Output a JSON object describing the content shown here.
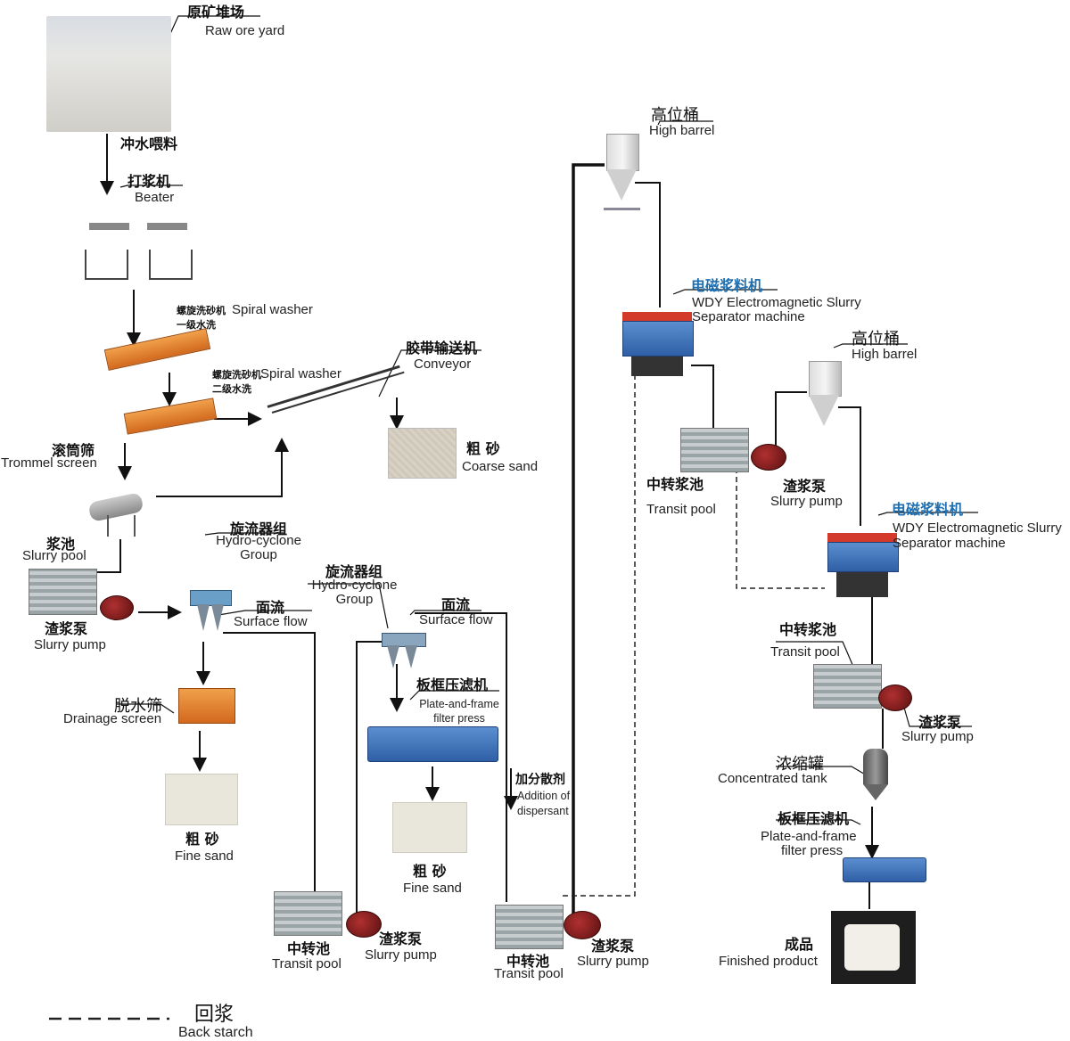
{
  "raw_ore_yard": {
    "zh": "原矿堆场",
    "en": "Raw ore yard"
  },
  "water_feed": {
    "zh": "冲水喂料"
  },
  "beater": {
    "zh": "打浆机",
    "en": "Beater"
  },
  "spiral_washer_1": {
    "zh_line1": "螺旋洗砂机",
    "zh_line2": "一级水洗",
    "en": "Spiral washer"
  },
  "spiral_washer_2": {
    "zh_line1": "螺旋洗砂机",
    "zh_line2": "二级水洗",
    "en": "Spiral washer"
  },
  "conveyor": {
    "zh": "胶带输送机",
    "en": "Conveyor"
  },
  "coarse_sand_top": {
    "zh": "粗 砂",
    "en": "Coarse sand"
  },
  "trommel": {
    "zh": "滚筒筛",
    "en": "Trommel screen"
  },
  "slurry_pool": {
    "zh": "浆池",
    "en": "Slurry pool"
  },
  "slurry_pump_1": {
    "zh": "渣浆泵",
    "en": "Slurry pump"
  },
  "hydrocyclone_1": {
    "zh": "旋流器组",
    "en_line1": "Hydro-cyclone",
    "en_line2": "Group"
  },
  "surface_flow_1": {
    "zh": "面流",
    "en": "Surface flow"
  },
  "drainage_screen": {
    "zh": "脱水筛",
    "en": "Drainage screen"
  },
  "fine_sand_1": {
    "zh": "粗 砂",
    "en": "Fine sand"
  },
  "hydrocyclone_2": {
    "zh": "旋流器组",
    "en_line1": "Hydro-cyclone",
    "en_line2": "Group"
  },
  "surface_flow_2": {
    "zh": "面流",
    "en": "Surface flow"
  },
  "filter_press_1": {
    "zh": "板框压滤机",
    "en_line1": "Plate-and-frame",
    "en_line2": "filter press"
  },
  "fine_sand_2": {
    "zh": "粗 砂",
    "en": "Fine sand"
  },
  "dispersant": {
    "zh": "加分散剂",
    "en_line1": "Addition of",
    "en_line2": "dispersant"
  },
  "transit_pool_1": {
    "zh": "中转池",
    "en": "Transit pool"
  },
  "slurry_pump_2": {
    "zh": "渣浆泵",
    "en": "Slurry pump"
  },
  "transit_pool_2": {
    "zh": "中转池",
    "en": "Transit pool"
  },
  "slurry_pump_3": {
    "zh": "渣浆泵",
    "en": "Slurry pump"
  },
  "high_barrel_1": {
    "zh": "高位桶",
    "en": "High barrel"
  },
  "separator_1": {
    "zh": "电磁浆料机",
    "en_line1": "WDY Electromagnetic Slurry",
    "en_line2": "Separator machine"
  },
  "transit_pool_3": {
    "zh": "中转浆池",
    "en": "Transit pool"
  },
  "slurry_pump_4": {
    "zh": "渣浆泵",
    "en": "Slurry pump"
  },
  "high_barrel_2": {
    "zh": "高位桶",
    "en": "High barrel"
  },
  "separator_2": {
    "zh": "电磁浆料机",
    "en_line1": "WDY Electromagnetic Slurry",
    "en_line2": "Separator machine"
  },
  "transit_pool_4": {
    "zh": "中转浆池",
    "en": "Transit pool"
  },
  "slurry_pump_5": {
    "zh": "渣浆泵",
    "en": "Slurry pump"
  },
  "concentrated_tank": {
    "zh": "浓缩罐",
    "en": "Concentrated tank"
  },
  "filter_press_2": {
    "zh": "板框压滤机",
    "en_line1": "Plate-and-frame",
    "en_line2": "filter press"
  },
  "finished_product": {
    "zh": "成品",
    "en": "Finished product"
  },
  "legend": {
    "zh": "回浆",
    "en": "Back starch"
  },
  "colors": {
    "line": "#111111",
    "accent_blue": "#1f6fb0",
    "machine_orange": "#e07a2a",
    "machine_blue": "#2f5fa6"
  }
}
